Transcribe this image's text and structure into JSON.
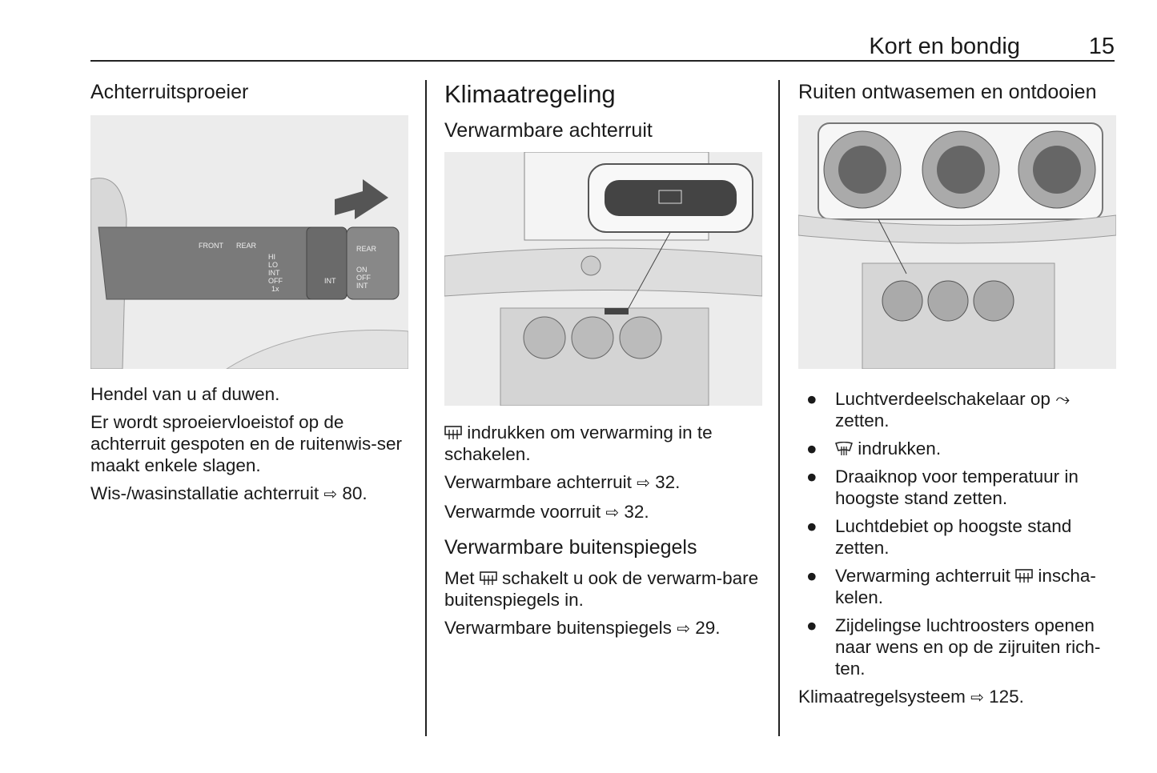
{
  "header": {
    "section": "Kort en bondig",
    "page": "15"
  },
  "col1": {
    "heading": "Achterruitsproeier",
    "p1": "Hendel van u af duwen.",
    "p2": "Er wordt sproeiervloeistof op de achterruit gespoten en de ruitenwis-ser maakt enkele slagen.",
    "p3": "Wis-/wasinstallatie achterruit",
    "p3ref": "80.",
    "fig_labels": [
      "FRONT",
      "REAR",
      "HI",
      "LO",
      "INT",
      "OFF",
      "1x",
      "INT",
      "REAR",
      "ON",
      "OFF",
      "INT"
    ]
  },
  "col2": {
    "heading": "Klimaatregeling",
    "sub1": "Verwarmbare achterruit",
    "p1": "indrukken om verwarming in te schakelen.",
    "p2": "Verwarmbare achterruit",
    "p2ref": "32.",
    "p3": "Verwarmde voorruit",
    "p3ref": "32.",
    "sub2": "Verwarmbare buitenspiegels",
    "p4a": "Met",
    "p4b": "schakelt u ook de verwarm-bare buitenspiegels in.",
    "p5": "Verwarmbare buitenspiegels",
    "p5ref": "29."
  },
  "col3": {
    "heading": "Ruiten ontwasemen en ontdooien",
    "bullets": [
      {
        "a": "Luchtverdeelschakelaar op",
        "b": "zetten."
      },
      {
        "a": "",
        "b": "indrukken."
      },
      {
        "a": "Draaiknop voor temperatuur in hoogste stand zetten.",
        "b": ""
      },
      {
        "a": "Luchtdebiet op hoogste stand zetten.",
        "b": ""
      },
      {
        "a": "Verwarming achterruit",
        "b": "inscha-kelen."
      },
      {
        "a": "Zijdelingse luchtroosters openen naar wens en op de zijruiten rich-ten.",
        "b": ""
      }
    ],
    "p1": "Klimaatregelsysteem",
    "p1ref": "125."
  },
  "symbols": {
    "ref_arrow": "⇨",
    "bullet": "●"
  }
}
